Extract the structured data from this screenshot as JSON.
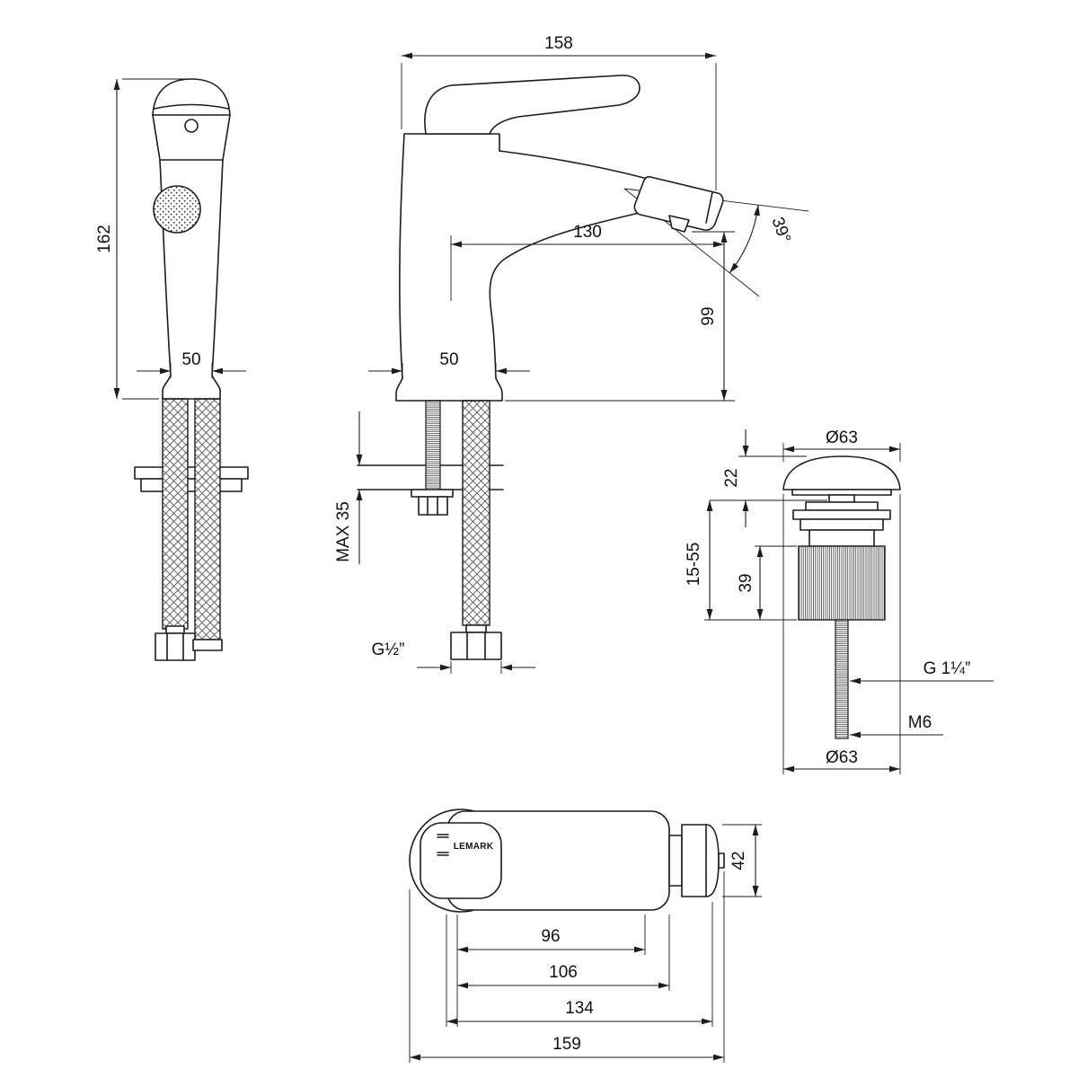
{
  "page": {
    "background": "#ffffff",
    "line_color": "#1c1c1c"
  },
  "brand": "LEMARK",
  "front_view": {
    "height": "162",
    "base_width": "50"
  },
  "side_view": {
    "length": "158",
    "spout_reach": "130",
    "spout_height": "99",
    "spray_angle": "39°",
    "base_width": "50",
    "max_thickness": "MAX 35",
    "hose_thread": "G½”"
  },
  "drain": {
    "cap_diameter": "Ø63",
    "cap_height": "22",
    "thread_length": "39",
    "clamping_range": "15-55",
    "thread_size": "G 1¼”",
    "screw_size": "M6",
    "flange_diameter": "Ø63"
  },
  "top_view": {
    "head_width": "42",
    "dim_a": "96",
    "dim_b": "106",
    "dim_c": "134",
    "dim_d": "159"
  }
}
